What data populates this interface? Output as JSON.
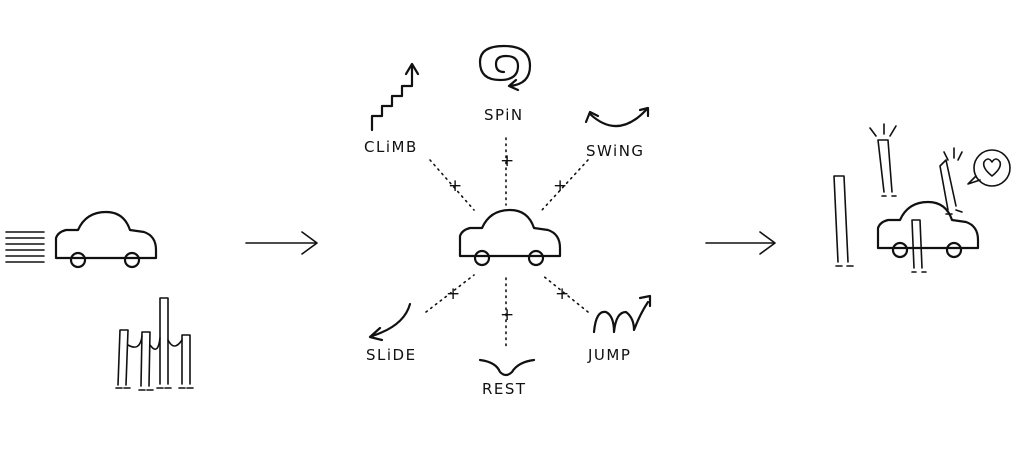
{
  "diagram": {
    "center_label": "",
    "actions": [
      {
        "key": "climb",
        "label": "CLiMB"
      },
      {
        "key": "spin",
        "label": "SPiN"
      },
      {
        "key": "swing",
        "label": "SWiNG"
      },
      {
        "key": "slide",
        "label": "SLiDE"
      },
      {
        "key": "rest",
        "label": "REST"
      },
      {
        "key": "jump",
        "label": "JUMP"
      }
    ],
    "connector_symbol": "+",
    "colors": {
      "ink": "#111111",
      "background": "#ffffff"
    },
    "icons": [
      "speed-lines-icon",
      "car-icon",
      "person-figure-icon",
      "arrow-right-icon",
      "stairs-icon",
      "spiral-icon",
      "swing-arc-icon",
      "slide-arrow-icon",
      "rest-dip-icon",
      "jump-loops-icon",
      "heart-speech-bubble-icon"
    ]
  }
}
